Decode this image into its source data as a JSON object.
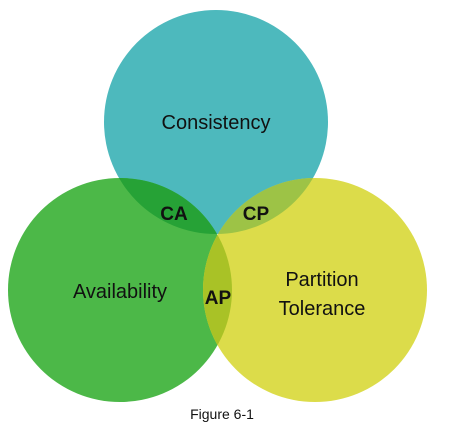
{
  "diagram": {
    "circles": {
      "consistency": {
        "label": "Consistency",
        "color": "#4db9bd"
      },
      "availability": {
        "label": "Availability",
        "color": "#4cb848"
      },
      "partition": {
        "label_line1": "Partition",
        "label_line2": "Tolerance",
        "color": "#dcdc4a"
      }
    },
    "overlaps": {
      "ca": {
        "label": "CA",
        "color": "#26a236"
      },
      "cp": {
        "label": "CP",
        "color": "#9dc346"
      },
      "ap": {
        "label": "AP",
        "color": "#a9c226"
      }
    },
    "caption": "Figure 6-1"
  }
}
